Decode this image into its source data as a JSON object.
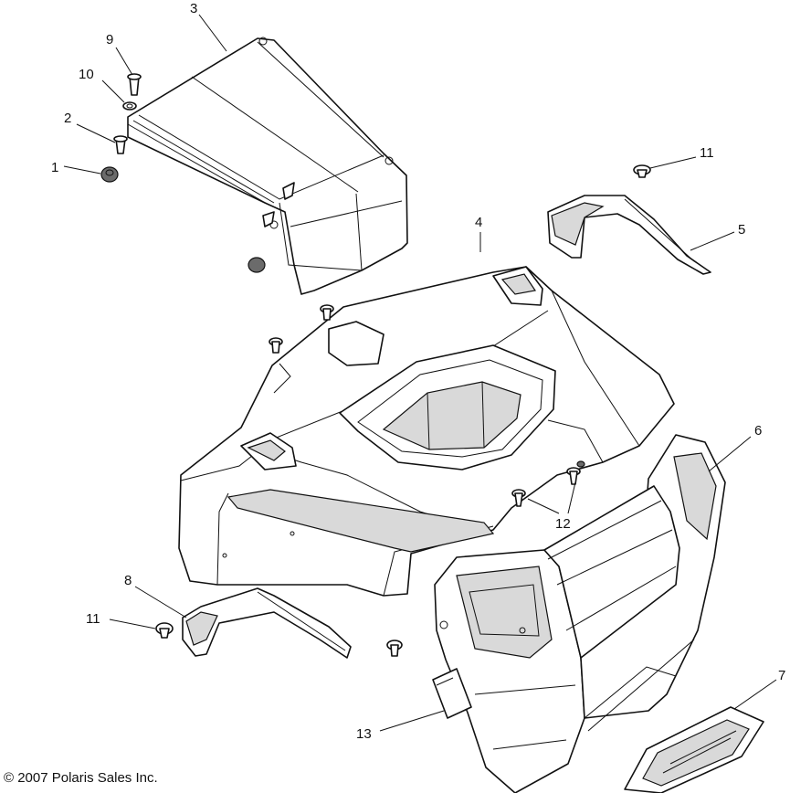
{
  "diagram": {
    "callouts": [
      {
        "id": "c1",
        "label": "1"
      },
      {
        "id": "c2",
        "label": "2"
      },
      {
        "id": "c3",
        "label": "3"
      },
      {
        "id": "c4",
        "label": "4"
      },
      {
        "id": "c5",
        "label": "5"
      },
      {
        "id": "c6",
        "label": "6"
      },
      {
        "id": "c7",
        "label": "7"
      },
      {
        "id": "c8",
        "label": "8"
      },
      {
        "id": "c9",
        "label": "9"
      },
      {
        "id": "c10",
        "label": "10"
      },
      {
        "id": "c11a",
        "label": "11"
      },
      {
        "id": "c11b",
        "label": "11"
      },
      {
        "id": "c12",
        "label": "12"
      },
      {
        "id": "c13",
        "label": "13"
      }
    ],
    "copyright": "© 2007 Polaris Sales Inc."
  }
}
